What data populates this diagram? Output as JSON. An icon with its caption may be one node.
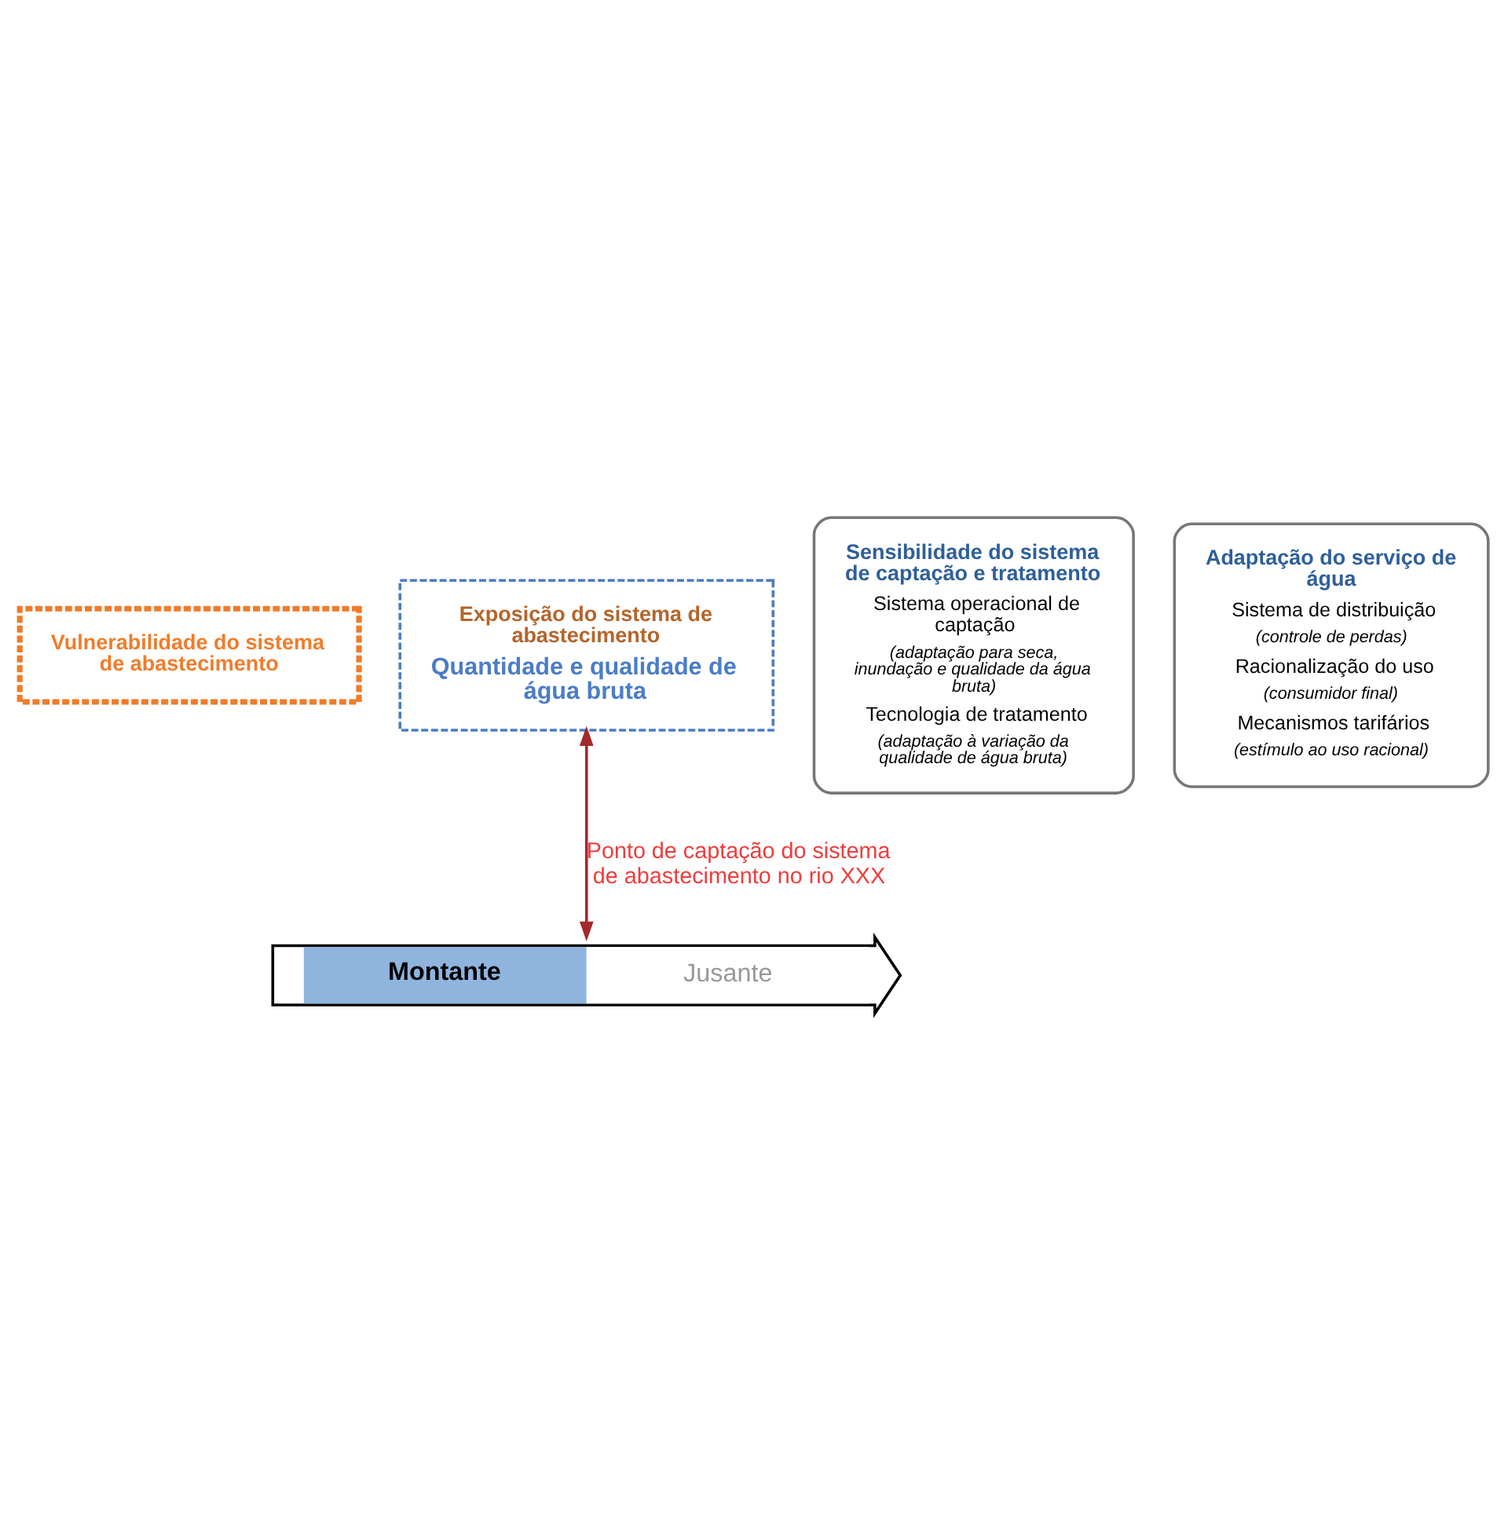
{
  "diagram": {
    "nodes": [
      {
        "text": [
          "Vulnerabilidade do sistema de abastecimento"
        ]
      },
      {
        "text": [
          "Exposição do sistema de abastecimento",
          "Quantidade e qualidade de água bruta"
        ]
      },
      {
        "text": [
          "Sensibilidade do sistema de captação e tratamento",
          "Sistema operacional de captação",
          "(adaptação para seca, inundação e qualidade da água bruta)",
          "Tecnologia de tratamento",
          "(adaptação à variação da qualidade de água bruta)"
        ]
      },
      {
        "text": [
          "Adaptação do serviço de água",
          "Sistema de distribuição",
          "(controle de perdas)",
          "Racionalização do uso",
          "(consumidor final)",
          "Mecanismos tarifários",
          "(estímulo ao uso racional)"
        ]
      },
      {
        "text": [
          "Montante",
          "Jusante"
        ]
      }
    ],
    "edges": [
      {
        "from": 1,
        "to": 4,
        "arrow": "both",
        "label": "Ponto de captação do sistema de abastecimento no rio XXX",
        "color": "#a3282c"
      }
    ]
  }
}
